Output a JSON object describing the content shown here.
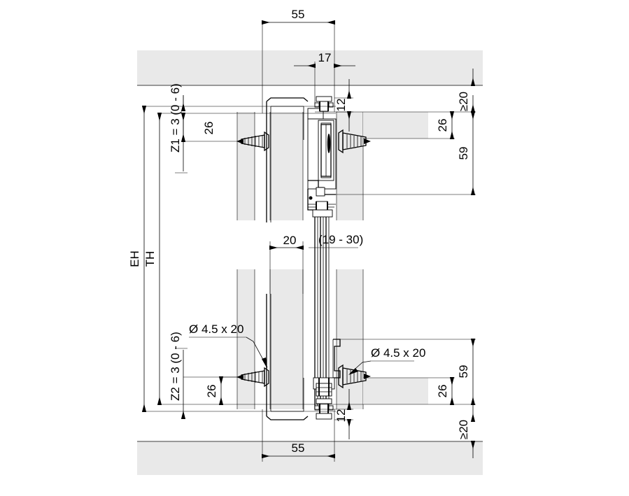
{
  "drawing": {
    "title": "Sliding door fitting installation cross-section",
    "type": "technical-cad-section",
    "units": "mm",
    "background_color": "#ffffff",
    "line_color": "#000000",
    "hatch_fill_color": "#e9e9e9",
    "wall_line_color": "#7a7a7a"
  },
  "dimensions": {
    "top_width_55": "55",
    "top_width_17": "17",
    "top_gap_12": "12",
    "top_edge_min_20": "≥20",
    "top_screw_offset_26": "26",
    "top_right_offset_26": "26",
    "top_right_59": "59",
    "z1": "Z1 = 3 (0 - 6)",
    "z2": "Z2 = 3 (0 - 6)",
    "height_eh": "EH",
    "height_th": "TH",
    "panel_thickness_20": "20",
    "panel_range": "(19 - 30)",
    "bottom_screw_left_label": "Ø 4.5 x 20",
    "bottom_screw_right_label": "Ø 4.5 x 20",
    "bottom_offset_26_left": "26",
    "bottom_offset_26_right": "26",
    "bottom_right_59": "59",
    "bottom_gap_12": "12",
    "bottom_edge_min_20": "≥20",
    "bottom_width_55": "55"
  }
}
